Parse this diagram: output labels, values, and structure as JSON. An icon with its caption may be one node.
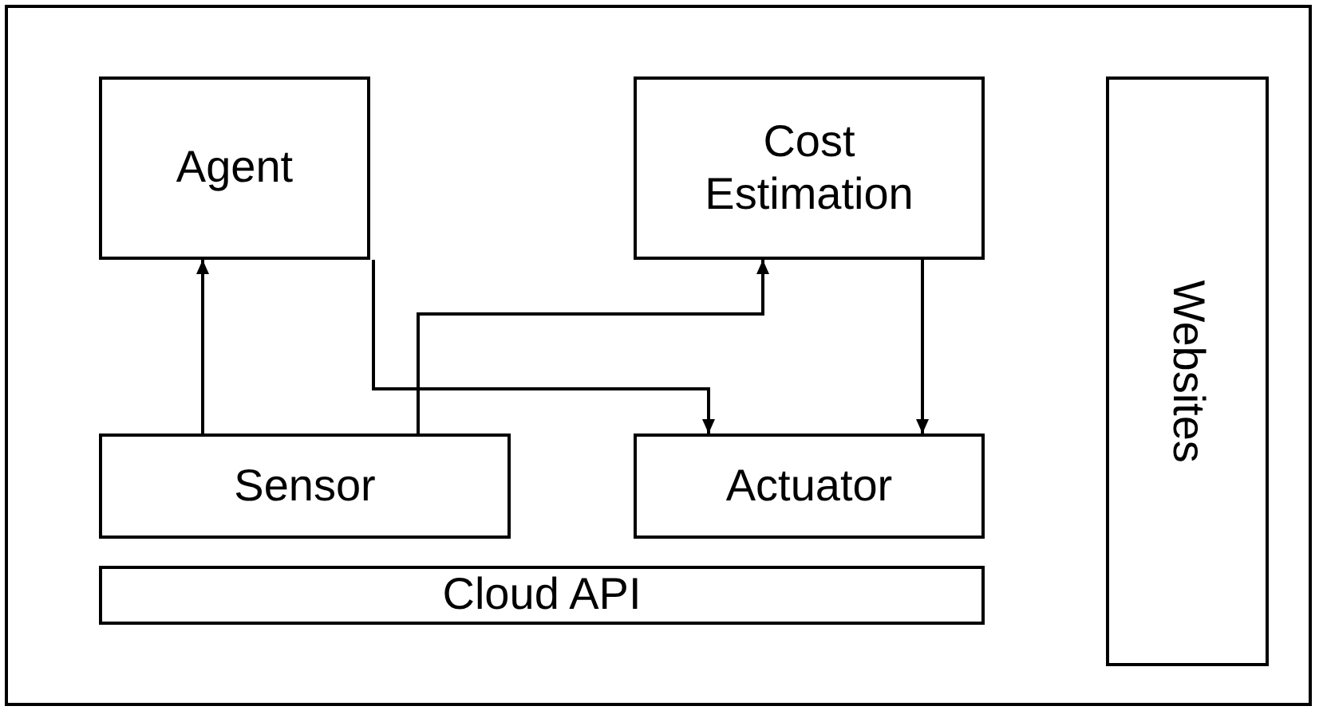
{
  "diagram": {
    "nodes": [
      {
        "text": [
          "Agent"
        ]
      },
      {
        "text": [
          "Cost Estimation"
        ]
      },
      {
        "text": [
          "Sensor"
        ]
      },
      {
        "text": [
          "Actuator"
        ]
      },
      {
        "text": [
          "Cloud API"
        ]
      },
      {
        "text": [
          "Websites"
        ]
      }
    ],
    "edges": [
      {
        "from": 2,
        "to": 0,
        "arrow": "to"
      },
      {
        "from": 0,
        "to": 3,
        "arrow": "to"
      },
      {
        "from": 2,
        "to": 1,
        "arrow": "to"
      },
      {
        "from": 1,
        "to": 3,
        "arrow": "to"
      }
    ]
  }
}
